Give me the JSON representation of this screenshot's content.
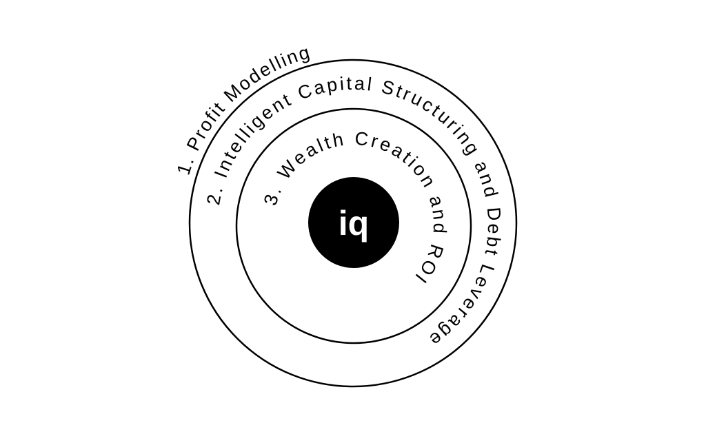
{
  "diagram": {
    "rings": [
      {
        "label": "1. Profit Modelling"
      },
      {
        "label": "2. Intelligent Capital Structuring and Debt Leverage"
      },
      {
        "label": "3. Wealth Creation and ROI"
      }
    ],
    "core": {
      "label": "iq",
      "fill": "#000000",
      "text_color": "#ffffff"
    }
  }
}
